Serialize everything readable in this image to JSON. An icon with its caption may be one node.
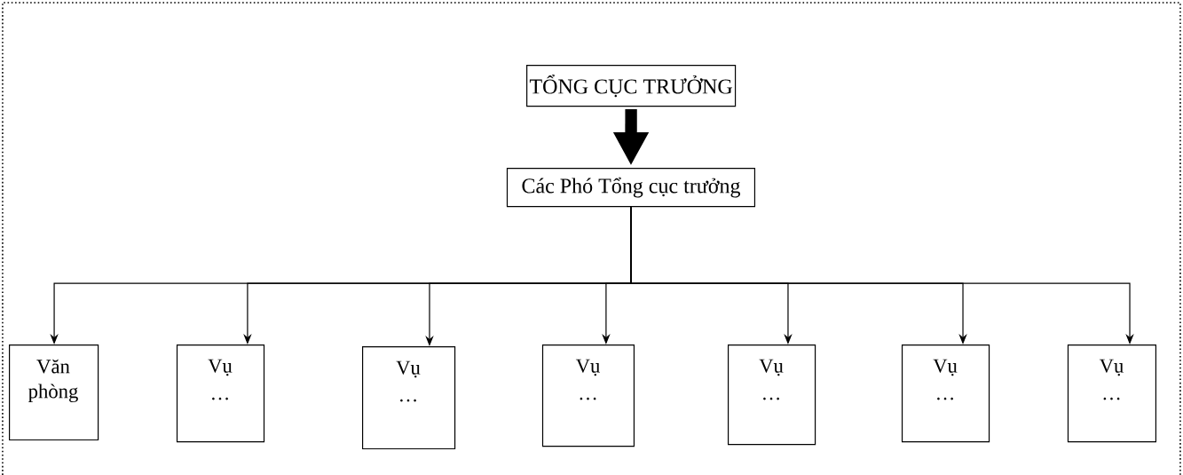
{
  "diagram": {
    "nodes": [
      {
        "text": [
          "TỔNG CỤC TRƯỞNG"
        ]
      },
      {
        "text": [
          "Các Phó Tổng cục trưởng"
        ]
      },
      {
        "text": [
          "Văn phòng"
        ]
      },
      {
        "text": [
          "Vụ",
          "…"
        ]
      },
      {
        "text": [
          "Vụ",
          "…"
        ]
      },
      {
        "text": [
          "Vụ",
          "…"
        ]
      },
      {
        "text": [
          "Vụ",
          "…"
        ]
      },
      {
        "text": [
          "Vụ",
          "…"
        ]
      },
      {
        "text": [
          "Vụ",
          "…"
        ]
      }
    ],
    "edges": [
      {
        "from": 0,
        "to": 1,
        "arrow": "to",
        "style": "thick"
      },
      {
        "from": 1,
        "to": 2,
        "arrow": "to"
      },
      {
        "from": 1,
        "to": 3,
        "arrow": "to"
      },
      {
        "from": 1,
        "to": 4,
        "arrow": "to"
      },
      {
        "from": 1,
        "to": 5,
        "arrow": "to"
      },
      {
        "from": 1,
        "to": 6,
        "arrow": "to"
      },
      {
        "from": 1,
        "to": 7,
        "arrow": "to"
      },
      {
        "from": 1,
        "to": 8,
        "arrow": "to"
      }
    ]
  }
}
